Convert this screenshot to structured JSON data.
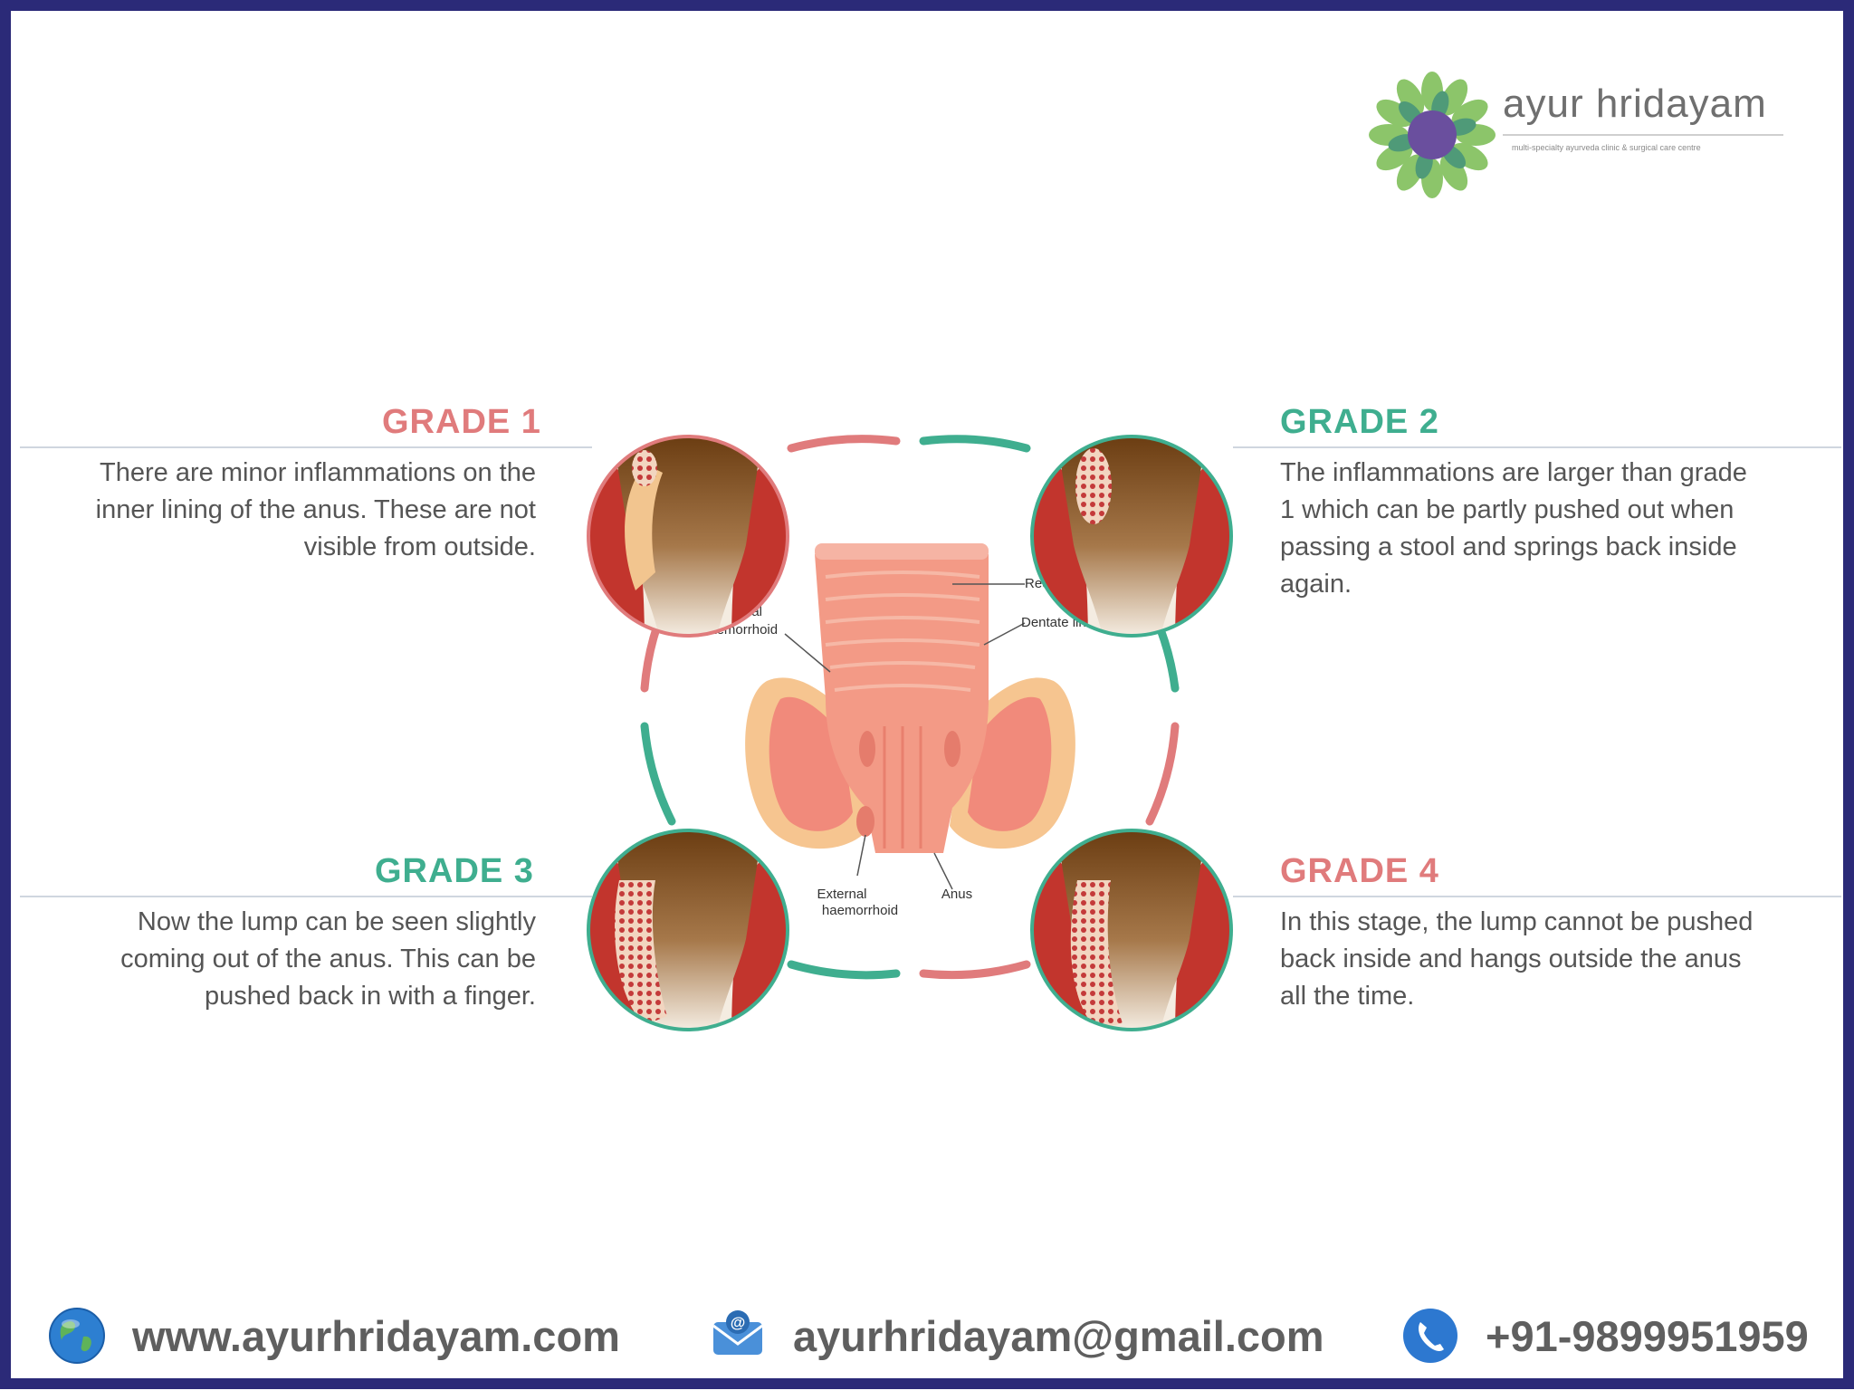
{
  "brand": {
    "name": "ayur hridayam",
    "tagline": "multi-specialty ayurveda clinic & surgical care centre"
  },
  "grades": [
    {
      "title": "GRADE 1",
      "text_lines": [
        "There are minor inflammations on the",
        "inner lining of the anus. These are not",
        "visible from outside."
      ]
    },
    {
      "title": "GRADE 2",
      "text_lines": [
        "The inflammations are larger than grade",
        "1 which can be partly pushed out when",
        "passing a stool and springs back inside",
        "again."
      ]
    },
    {
      "title": "GRADE 3",
      "text_lines": [
        "Now the lump can be seen slightly",
        "coming out of the anus. This can be",
        "pushed back in with a finger."
      ]
    },
    {
      "title": "GRADE 4",
      "text_lines": [
        "In this stage, the lump cannot be pushed",
        "back inside and hangs outside the anus",
        "all the time."
      ]
    }
  ],
  "anatomy_labels": {
    "rectum": "Rectum",
    "dentate_line": "Dentate line",
    "internal": [
      "Internal",
      "haemorrhoid"
    ],
    "external": [
      "External",
      "haemorrhoid"
    ],
    "anus": "Anus"
  },
  "footer": {
    "website": "www.ayurhridayam.com",
    "email": "ayurhridayam@gmail.com",
    "phone": "+91-9899951959"
  },
  "colors": {
    "frame": "#2b2a78",
    "pink": "#e07b7c",
    "teal": "#3fae8f",
    "body_text": "#555555"
  }
}
